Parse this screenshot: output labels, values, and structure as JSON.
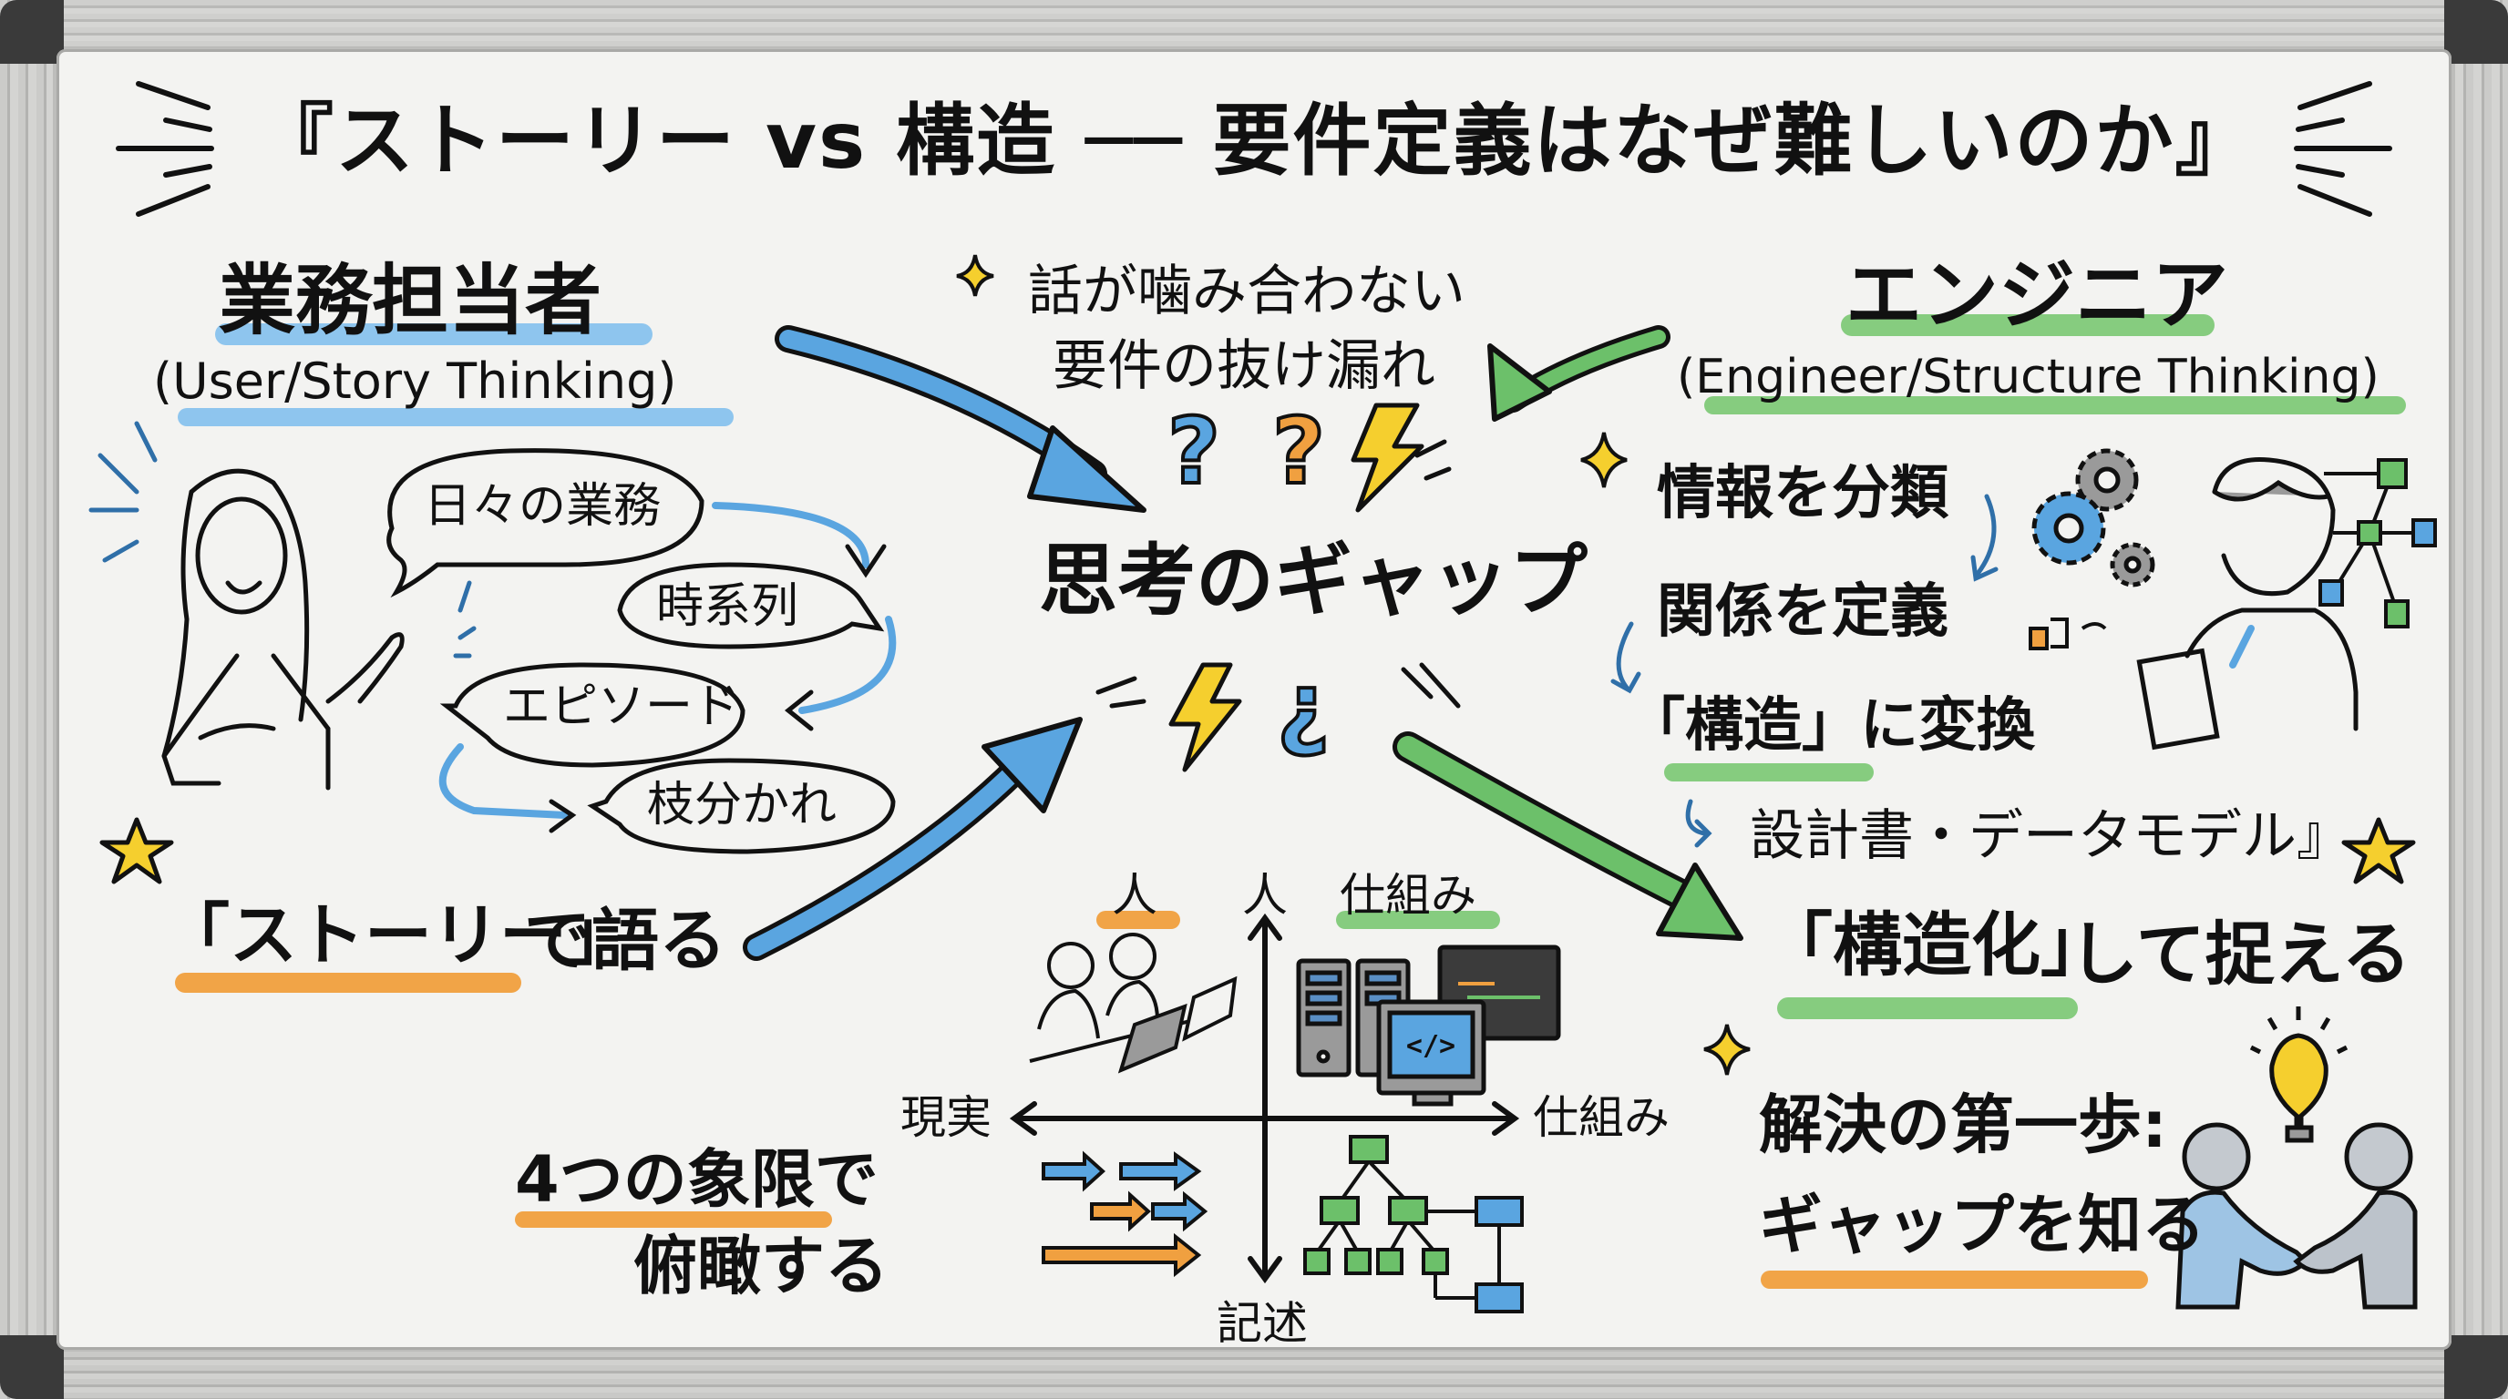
{
  "title": "『ストーリー vs 構造 ── 要件定義はなぜ難しいのか』",
  "left": {
    "heading": "業務担当者",
    "subheading": "(User/Story Thinking)",
    "bubbles": [
      "日々の業務",
      "時系列",
      "エピソード",
      "枝分かれ"
    ],
    "tagline_quote": "「ストーリー」",
    "tagline_rest": "で語る"
  },
  "center": {
    "problems": [
      "話が噛み合わない",
      "要件の抜け漏れ"
    ],
    "gap_label": "思考のギャップ",
    "quadrant": {
      "top_label": "人",
      "bottom_label": "記述",
      "left_label": "現実",
      "right_label": "仕組み",
      "q_top_left_label": "人",
      "q_top_right_label": "仕組み",
      "code_glyph": "</>"
    },
    "overview_line1": "4つの象限で",
    "overview_line2": "俯瞰する"
  },
  "right": {
    "heading": "エンジニア",
    "subheading": "(Engineer/Structure Thinking)",
    "steps": [
      "情報を分類",
      "関係を定義",
      "「構造」に変換",
      "設計書・データモデル』"
    ],
    "tagline_quote": "「構造化」",
    "tagline_rest": "して捉える",
    "solution_line1": "解決の第一歩:",
    "solution_line2": "ギャップを知る"
  },
  "colors": {
    "blue": "#5aa5e0",
    "green": "#6cc06a",
    "orange": "#f0a040",
    "yellow": "#f5cf2e",
    "gray": "#9a9a9a",
    "ink": "#111111",
    "board": "#f3f3f1"
  }
}
